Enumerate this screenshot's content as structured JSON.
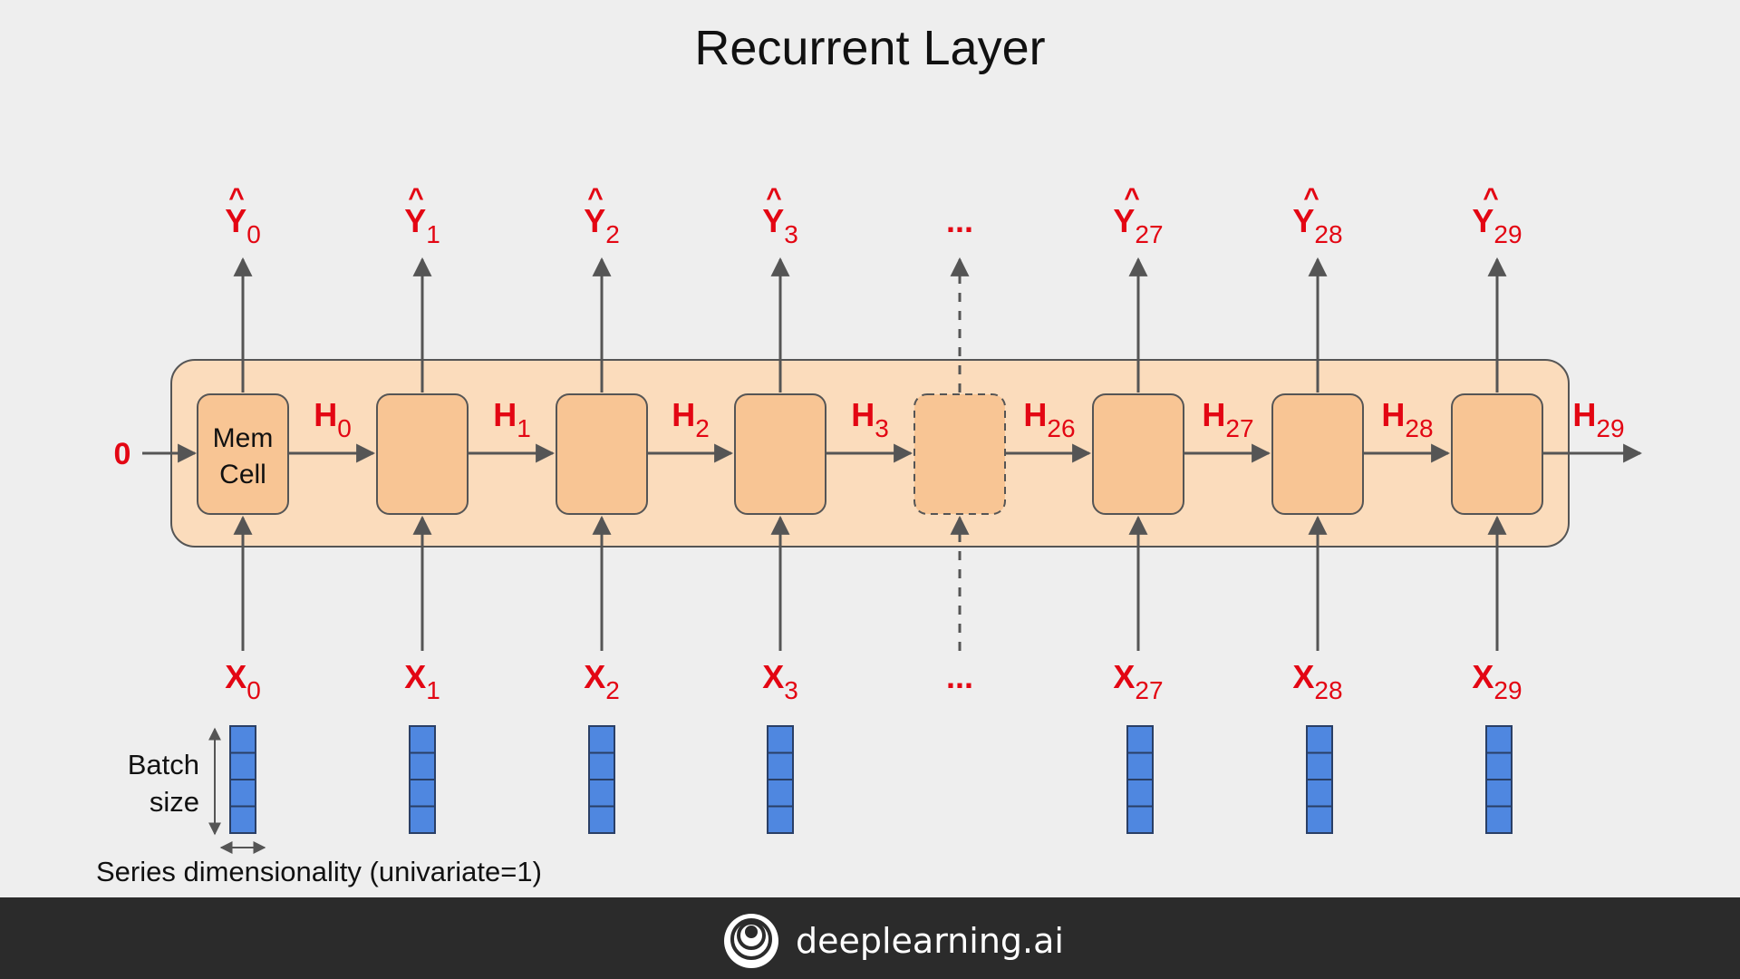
{
  "title": "Recurrent Layer",
  "initial_state": "0",
  "cells": [
    {
      "x_label": "X",
      "x_sub": "0",
      "y_label": "Y",
      "y_hat": "^",
      "y_sub": "0",
      "h_label": "H",
      "h_sub": "0",
      "cell_text": [
        "Mem",
        "Cell"
      ],
      "dashed": false
    },
    {
      "x_label": "X",
      "x_sub": "1",
      "y_label": "Y",
      "y_hat": "^",
      "y_sub": "1",
      "h_label": "H",
      "h_sub": "1",
      "cell_text": [],
      "dashed": false
    },
    {
      "x_label": "X",
      "x_sub": "2",
      "y_label": "Y",
      "y_hat": "^",
      "y_sub": "2",
      "h_label": "H",
      "h_sub": "2",
      "cell_text": [],
      "dashed": false
    },
    {
      "x_label": "X",
      "x_sub": "3",
      "y_label": "Y",
      "y_hat": "^",
      "y_sub": "3",
      "h_label": "H",
      "h_sub": "3",
      "cell_text": [],
      "dashed": false
    },
    {
      "x_label": "...",
      "x_sub": "",
      "y_label": "...",
      "y_hat": "",
      "y_sub": "",
      "h_label": "H",
      "h_sub": "26",
      "cell_text": [],
      "dashed": true
    },
    {
      "x_label": "X",
      "x_sub": "27",
      "y_label": "Y",
      "y_hat": "^",
      "y_sub": "27",
      "h_label": "H",
      "h_sub": "27",
      "cell_text": [],
      "dashed": false
    },
    {
      "x_label": "X",
      "x_sub": "28",
      "y_label": "Y",
      "y_hat": "^",
      "y_sub": "28",
      "h_label": "H",
      "h_sub": "28",
      "cell_text": [],
      "dashed": false
    },
    {
      "x_label": "X",
      "x_sub": "29",
      "y_label": "Y",
      "y_hat": "^",
      "y_sub": "29",
      "h_label": "H",
      "h_sub": "29",
      "cell_text": [],
      "dashed": false
    }
  ],
  "batch_label": [
    "Batch",
    "size"
  ],
  "series_label": "Series dimensionality (univariate=1)",
  "batch_cells_per_input": 4,
  "footer": {
    "brand": "deeplearning.ai"
  },
  "colors": {
    "accent_red": "#e30613",
    "layer_fill": "#fbdcbc",
    "cell_fill": "#f8c594",
    "batch_fill": "#4f87e0",
    "arrow": "#555555",
    "footer_bg": "#2b2b2b"
  }
}
